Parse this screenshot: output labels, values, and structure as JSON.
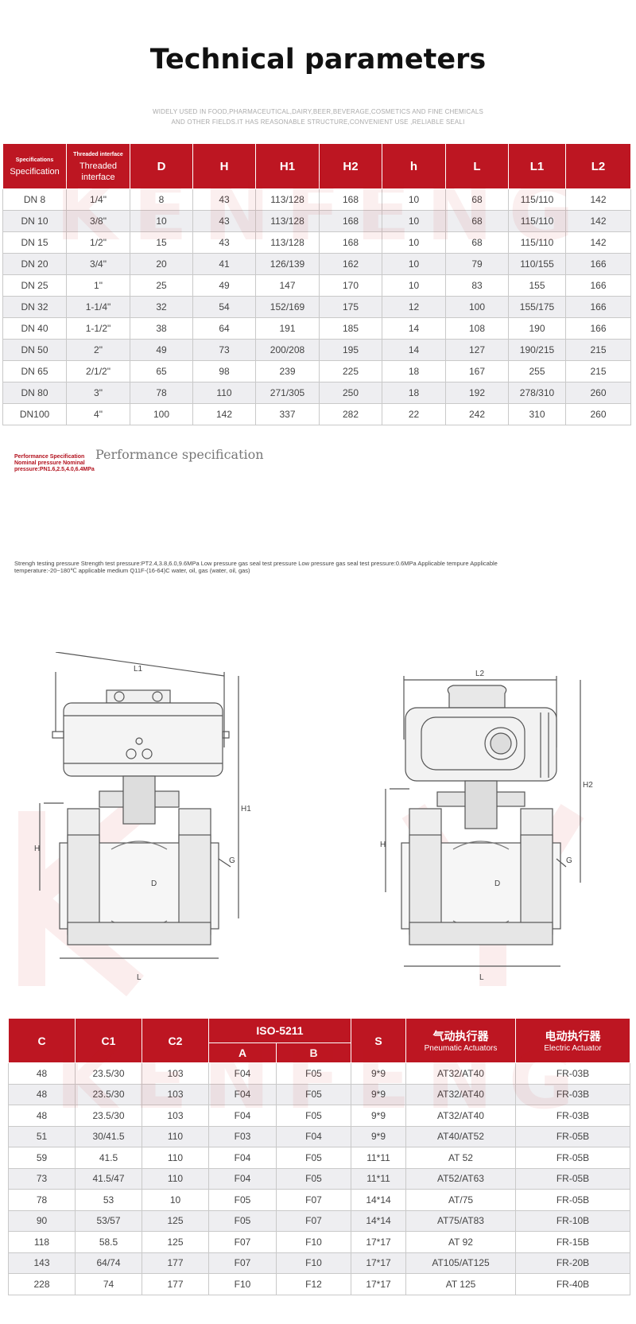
{
  "title": "Technical parameters",
  "subtitle": {
    "line1": "WIDELY USED IN FOOD,PHARMACEUTICAL,DAIRY,BEER,BEVERAGE,COSMETICS AND FINE CHEMICALS",
    "line2": "AND OTHER FIELDS.IT HAS REASONABLE STRUCTURE,CONVENIENT USE ,RELIABLE SEALI"
  },
  "watermark": "KENFENG",
  "table1": {
    "spec_small": "Specifications",
    "spec": "Specification",
    "thread_small": "Threaded interface",
    "thread": "Threaded interface",
    "headers": [
      "D",
      "H",
      "H1",
      "H2",
      "h",
      "L",
      "L1",
      "L2"
    ],
    "rows": [
      [
        "DN  8",
        "1/4\"",
        "8",
        "43",
        "113/128",
        "168",
        "10",
        "68",
        "115/110",
        "142"
      ],
      [
        "DN 10",
        "3/8\"",
        "10",
        "43",
        "113/128",
        "168",
        "10",
        "68",
        "115/110",
        "142"
      ],
      [
        "DN 15",
        "1/2\"",
        "15",
        "43",
        "113/128",
        "168",
        "10",
        "68",
        "115/110",
        "142"
      ],
      [
        "DN 20",
        "3/4\"",
        "20",
        "41",
        "126/139",
        "162",
        "10",
        "79",
        "110/155",
        "166"
      ],
      [
        "DN 25",
        "1\"",
        "25",
        "49",
        "147",
        "170",
        "10",
        "83",
        "155",
        "166"
      ],
      [
        "DN 32",
        "1-1/4\"",
        "32",
        "54",
        "152/169",
        "175",
        "12",
        "100",
        "155/175",
        "166"
      ],
      [
        "DN 40",
        "1-1/2\"",
        "38",
        "64",
        "191",
        "185",
        "14",
        "108",
        "190",
        "166"
      ],
      [
        "DN 50",
        "2\"",
        "49",
        "73",
        "200/208",
        "195",
        "14",
        "127",
        "190/215",
        "215"
      ],
      [
        "DN 65",
        "2/1/2\"",
        "65",
        "98",
        "239",
        "225",
        "18",
        "167",
        "255",
        "215"
      ],
      [
        "DN 80",
        "3\"",
        "78",
        "110",
        "271/305",
        "250",
        "18",
        "192",
        "278/310",
        "260"
      ],
      [
        "DN100",
        "4\"",
        "100",
        "142",
        "337",
        "282",
        "22",
        "242",
        "310",
        "260"
      ]
    ]
  },
  "performance": {
    "small_text": "Performance Specification Nominal pressure Nominal pressure:PN1.6,2.5,4.0,6.4MPa",
    "title": "Performance specification",
    "body": "Strengh testing pressure Strength test pressure:PT2.4,3.8,6.0,9.6MPa Low pressure gas seal test pressure Low pressure gas seal test pressure:0.6MPa Applicable tempure Applicable temperature:-20~180℃ applicable medium Q11F-(16-64)C water, oil, gas (water, oil, gas)"
  },
  "drawing_labels": {
    "L1": "L1",
    "L2": "L2",
    "H": "H",
    "H1": "H1",
    "H2": "H2",
    "G": "G",
    "D": "D",
    "L": "L"
  },
  "table2": {
    "headers": {
      "c": "C",
      "c1": "C1",
      "c2": "C2",
      "iso": "ISO-5211",
      "a": "A",
      "b": "B",
      "s": "S",
      "pneumatic_cn": "气动执行器",
      "pneumatic_en": "Pneumatic Actuators",
      "electric_cn": "电动执行器",
      "electric_en": "Electric Actuator"
    },
    "rows": [
      [
        "48",
        "23.5/30",
        "103",
        "F04",
        "F05",
        "9*9",
        "AT32/AT40",
        "FR-03B"
      ],
      [
        "48",
        "23.5/30",
        "103",
        "F04",
        "F05",
        "9*9",
        "AT32/AT40",
        "FR-03B"
      ],
      [
        "48",
        "23.5/30",
        "103",
        "F04",
        "F05",
        "9*9",
        "AT32/AT40",
        "FR-03B"
      ],
      [
        "51",
        "30/41.5",
        "110",
        "F03",
        "F04",
        "9*9",
        "AT40/AT52",
        "FR-05B"
      ],
      [
        "59",
        "41.5",
        "110",
        "F04",
        "F05",
        "11*11",
        "AT 52",
        "FR-05B"
      ],
      [
        "73",
        "41.5/47",
        "110",
        "F04",
        "F05",
        "11*11",
        "AT52/AT63",
        "FR-05B"
      ],
      [
        "78",
        "53",
        "10",
        "F05",
        "F07",
        "14*14",
        "AT/75",
        "FR-05B"
      ],
      [
        "90",
        "53/57",
        "125",
        "F05",
        "F07",
        "14*14",
        "AT75/AT83",
        "FR-10B"
      ],
      [
        "118",
        "58.5",
        "125",
        "F07",
        "F10",
        "17*17",
        "AT 92",
        "FR-15B"
      ],
      [
        "143",
        "64/74",
        "177",
        "F07",
        "F10",
        "17*17",
        "AT105/AT125",
        "FR-20B"
      ],
      [
        "228",
        "74",
        "177",
        "F10",
        "F12",
        "17*17",
        "AT 125",
        "FR-40B"
      ]
    ]
  },
  "colors": {
    "accent": "#bd1622",
    "row_alt": "#eeeef1",
    "border": "#c9c9c9"
  }
}
